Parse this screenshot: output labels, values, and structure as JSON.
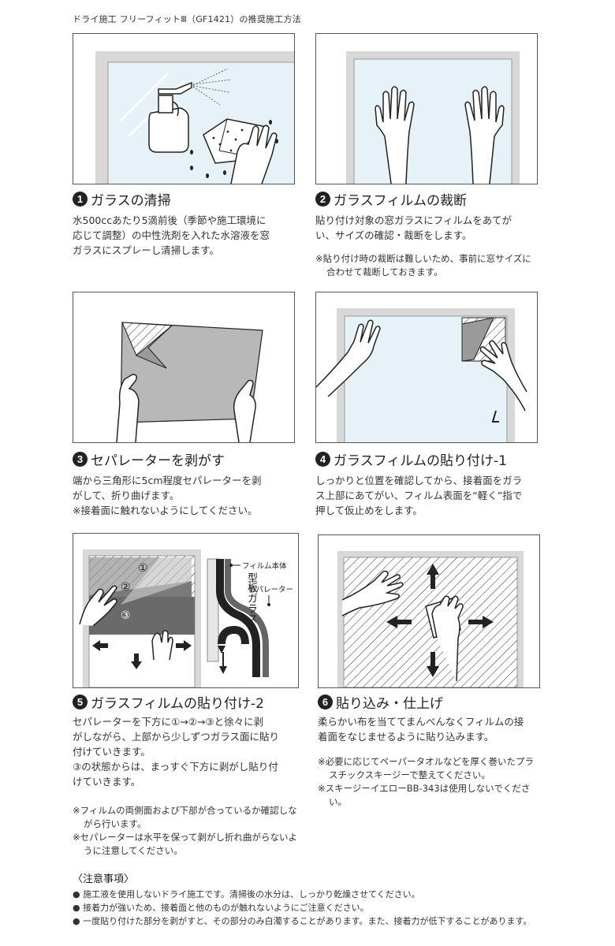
{
  "doc_title": "ドライ施工 フリーフィットⅢ（GF1421）の推奨施工方法",
  "steps": [
    {
      "num": "1",
      "title": "ガラスの清掃",
      "text": [
        "水500ccあたり5滴前後（季節や施工環境に",
        "応じて調整）の中性洗剤を入れた水溶液を窓",
        "ガラスにスプレーし清掃します。"
      ],
      "notes": []
    },
    {
      "num": "2",
      "title": "ガラスフィルムの裁断",
      "text": [
        "貼り付け対象の窓ガラスにフィルムをあてが",
        "い、サイズの確認・裁断をします。"
      ],
      "notes": [
        "※貼り付け時の裁断は難しいため、事前に窓サイズに合わせて裁断しておきます。"
      ]
    },
    {
      "num": "3",
      "title": "セパレーターを剥がす",
      "text": [
        "端から三角形に5cm程度セパレーターを剥",
        "がして、折り曲げます。",
        "※接着面に触れないようにしてください。"
      ],
      "notes": []
    },
    {
      "num": "4",
      "title": "ガラスフィルムの貼り付け-1",
      "text": [
        "しっかりと位置を確認してから、接着面をガラ",
        "ス上部にあてがい、フィルム表面を“軽く”指で",
        "押して仮止めをします。"
      ],
      "notes": []
    },
    {
      "num": "5",
      "title": "ガラスフィルムの貼り付け-2",
      "text": [
        "セパレーターを下方に①→②→③と徐々に剥",
        "がしながら、上部から少しずつガラス面に貼り",
        "付けていきます。",
        "③の状態からは、まっすぐ下方に剥がし貼り付",
        "けていきます。"
      ],
      "notes": [
        "※フィルムの両側面および下部が合っているか確認しながら行います。",
        "※セパレーターは水平を保って剥がし折れ曲がらないように注意してください。"
      ]
    },
    {
      "num": "6",
      "title": "貼り込み・仕上げ",
      "text": [
        "柔らかい布を当ててまんべんなくフィルムの接",
        "着面をなじませるように貼り込みます。"
      ],
      "notes": [
        "※必要に応じてペーパータオルなどを厚く巻いたプラスチックスキージーで整えてください。",
        "※スキージーイエローBB-343は使用しないでください。"
      ]
    }
  ],
  "diagram5": {
    "labels": [
      "①",
      "②",
      "③"
    ],
    "glass_label": "型板ガラス",
    "film_label": "フィルム本体",
    "separator_label": "セパレーター"
  },
  "caution": {
    "title": "〈注意事項〉",
    "items": [
      "● 施工液を使用しないドライ施工です。清掃後の水分は、しっかり乾燥させてください。",
      "● 接着力が強いため、接着面と他のものが触れないようにご注意ください。",
      "● 一度貼り付けた部分を剥がすと、その部分のみ白濁することがあります。また、接着力が低下することがあります。"
    ]
  },
  "colors": {
    "glass": "#e6f1f8",
    "film": "#b8b8b8",
    "dark_film": "#6a6a6a",
    "frame": "#d8d8d8"
  }
}
